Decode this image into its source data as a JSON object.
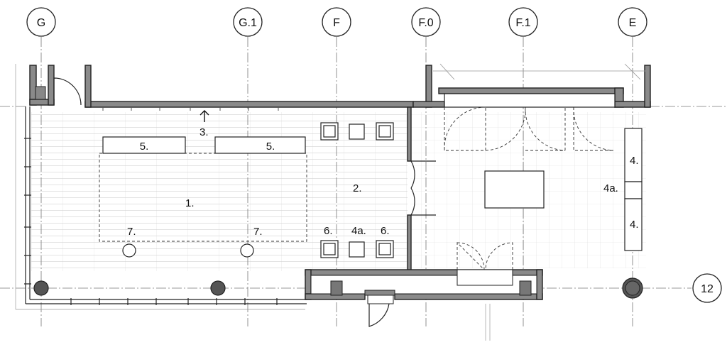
{
  "grid": {
    "vertical": [
      "G",
      "G.1",
      "F",
      "F.0",
      "F.1",
      "E"
    ],
    "horizontal": [
      "12"
    ]
  },
  "rooms": {
    "room_1": "1.",
    "room_2": "2.",
    "wall_3": "3.",
    "bench_5_left": "5.",
    "bench_5_right": "5.",
    "light_7_left": "7.",
    "light_7_right": "7.",
    "chair_6_left": "6.",
    "table_4a": "4a.",
    "chair_6_right": "6.",
    "shelf_4_top": "4.",
    "shelf_4a": "4a.",
    "shelf_4_bottom": "4."
  }
}
